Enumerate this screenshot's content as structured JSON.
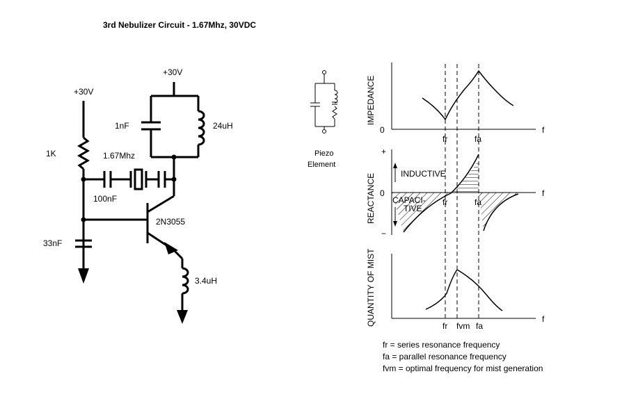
{
  "title": "3rd Nebulizer Circuit - 1.67Mhz,  30VDC",
  "circuit": {
    "supply_left": "+30V",
    "supply_top": "+30V",
    "r1": "1K",
    "crystal": "1.67Mhz",
    "c_couple": "100nF",
    "c_base": "33nF",
    "c_tank": "1nF",
    "l_tank": "24uH",
    "transistor": "2N3055",
    "l_emitter": "3.4uH"
  },
  "piezo": {
    "line1": "Piezo",
    "line2": "Element"
  },
  "graphs": {
    "impedance": {
      "ylabel": "IMPEDANCE",
      "zero": "0",
      "f": "f",
      "fr": "fr",
      "fa": "fa"
    },
    "reactance": {
      "ylabel": "REACTANCE",
      "plus": "+",
      "zero": "0",
      "minus": "−",
      "inductive": "INDUCTIVE",
      "capacitive1": "CAPACI-",
      "capacitive2": "TIVE",
      "f": "f",
      "fr": "fr",
      "fa": "fa"
    },
    "mist": {
      "ylabel": "QUANTITY OF MIST",
      "f": "f",
      "fr": "fr",
      "fvm": "fvm",
      "fa": "fa"
    }
  },
  "legend": [
    "fr = series resonance frequency",
    "fa = parallel resonance frequency",
    "fvm = optimal frequency for mist generation"
  ]
}
